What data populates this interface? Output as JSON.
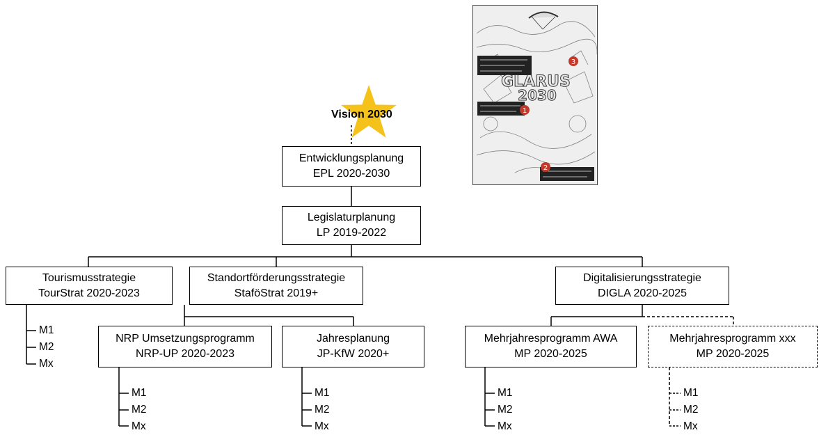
{
  "vision": {
    "label": "Vision 2030"
  },
  "epl": {
    "line1": "Entwicklungsplanung",
    "line2": "EPL 2020-2030"
  },
  "lp": {
    "line1": "Legislaturplanung",
    "line2": "LP 2019-2022"
  },
  "strategies": {
    "tourism": {
      "line1": "Tourismusstrategie",
      "line2": "TourStrat 2020-2023"
    },
    "location": {
      "line1": "Standortförderungsstrategie",
      "line2": "StaföStrat 2019+"
    },
    "digital": {
      "line1": "Digitalisierungsstrategie",
      "line2": "DIGLA 2020-2025"
    }
  },
  "programs": {
    "nrp": {
      "line1": "NRP Umsetzungsprogramm",
      "line2": "NRP-UP 2020-2023"
    },
    "annual": {
      "line1": "Jahresplanung",
      "line2": "JP-KfW 2020+"
    },
    "awa": {
      "line1": "Mehrjahresprogramm AWA",
      "line2": "MP 2020-2025"
    },
    "xxx": {
      "line1": "Mehrjahresprogramm xxx",
      "line2": "MP 2020-2025"
    }
  },
  "measures": {
    "tourism": [
      "M1",
      "M2",
      "Mx"
    ],
    "nrp": [
      "M1",
      "M2",
      "Mx"
    ],
    "annual": [
      "M1",
      "M2",
      "Mx"
    ],
    "awa": [
      "M1",
      "M2",
      "Mx"
    ],
    "xxx": [
      "M1",
      "M2",
      "Mx"
    ]
  },
  "poster": {
    "title_line1": "GLARUS",
    "title_line2": "2030",
    "badges": [
      "1",
      "2",
      "3"
    ]
  },
  "colors": {
    "star": "#f5c21b",
    "line": "#000000",
    "badge": "#c0392b"
  }
}
